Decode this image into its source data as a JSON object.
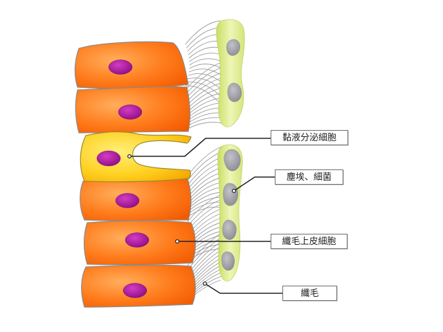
{
  "diagram": {
    "labels": {
      "goblet_cell": "黏液分泌細胞",
      "dust_bacteria": "塵埃、細菌",
      "ciliated_epithelial_cell": "纖毛上皮細胞",
      "cilia": "纖毛"
    },
    "colors": {
      "epithelial_cell": "#ff7a1a",
      "goblet_cell": "#ffcc1a",
      "nucleus": "#a6199a",
      "mucus": "#dbe882",
      "particles": "#9a9aa0",
      "cilia": "#9a9a9a",
      "leader_line": "#222222"
    }
  }
}
